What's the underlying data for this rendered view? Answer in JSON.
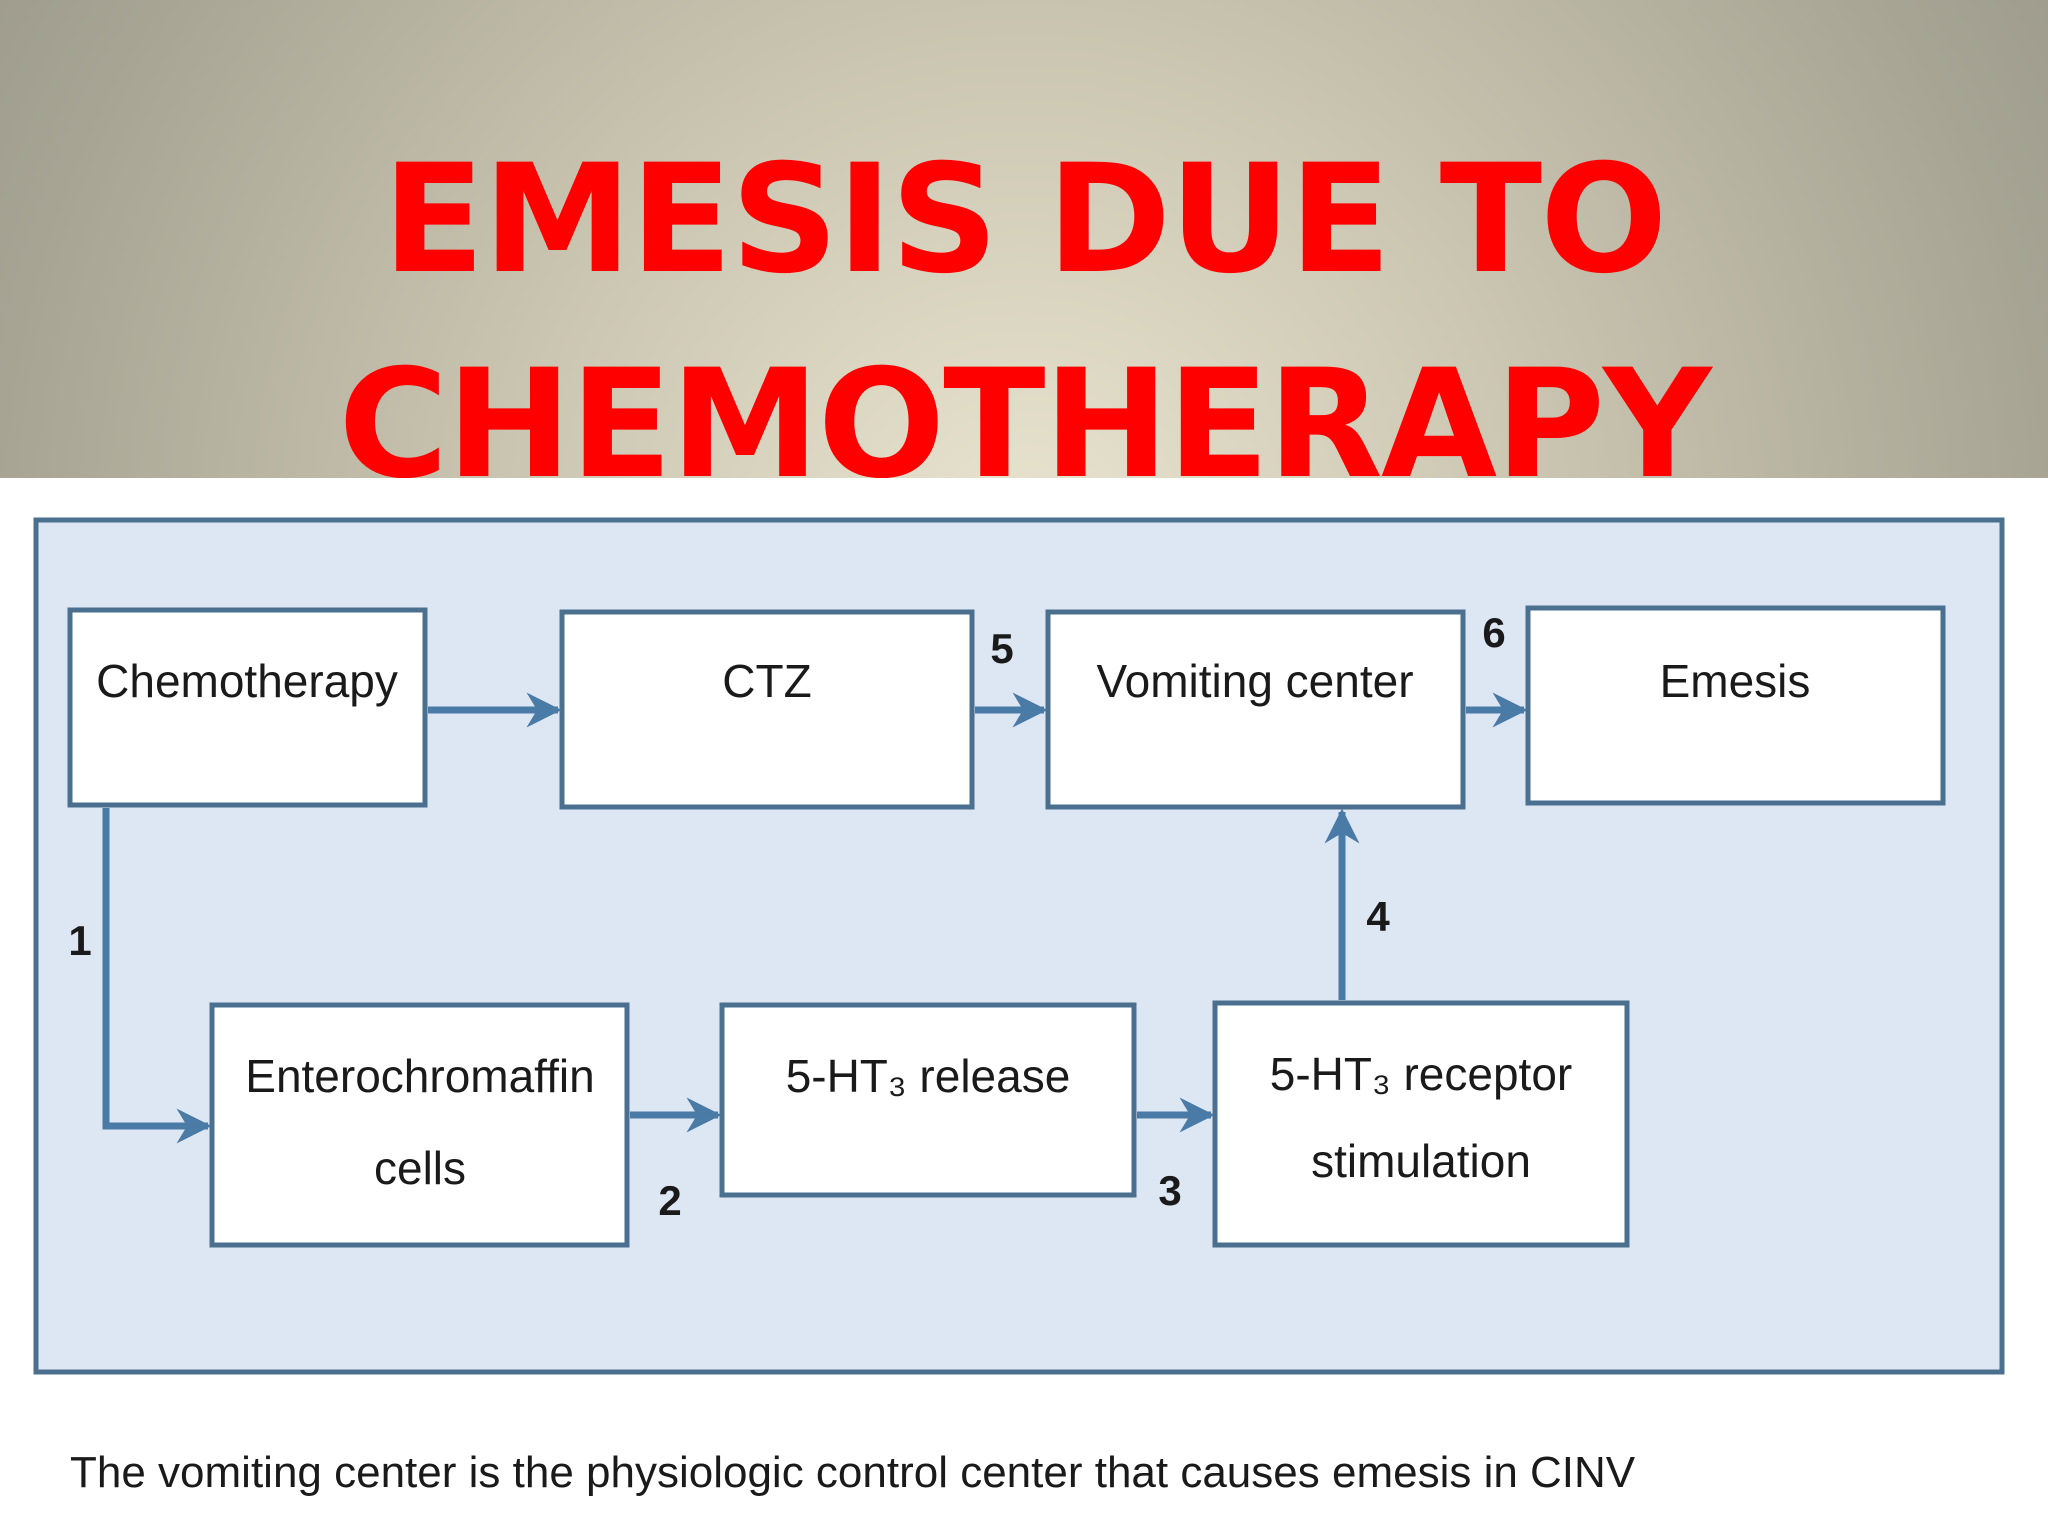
{
  "title": {
    "line1": "EMESIS DUE TO",
    "line2": "CHEMOTHERAPY",
    "color": "#ff0000"
  },
  "diagram": {
    "boxes": {
      "chemotherapy": "Chemotherapy",
      "ctz": "CTZ",
      "vomiting_center": "Vomiting center",
      "emesis": "Emesis",
      "enterochromaffin_line1": "Enterochromaffin",
      "enterochromaffin_line2": "cells",
      "ht_release": "5-HT₃ release",
      "ht_receptor_line1": "5-HT₃ receptor",
      "ht_receptor_line2": "stimulation"
    },
    "steps": {
      "s1": "1",
      "s2": "2",
      "s3": "3",
      "s4": "4",
      "s5": "5",
      "s6": "6"
    },
    "colors": {
      "panel_fill": "#dde7f3",
      "panel_border": "#4a6f8f",
      "box_border": "#4a6f8f",
      "arrow": "#4a7aa6"
    }
  },
  "caption": "The vomiting center is the physiologic control center that causes emesis in CINV"
}
